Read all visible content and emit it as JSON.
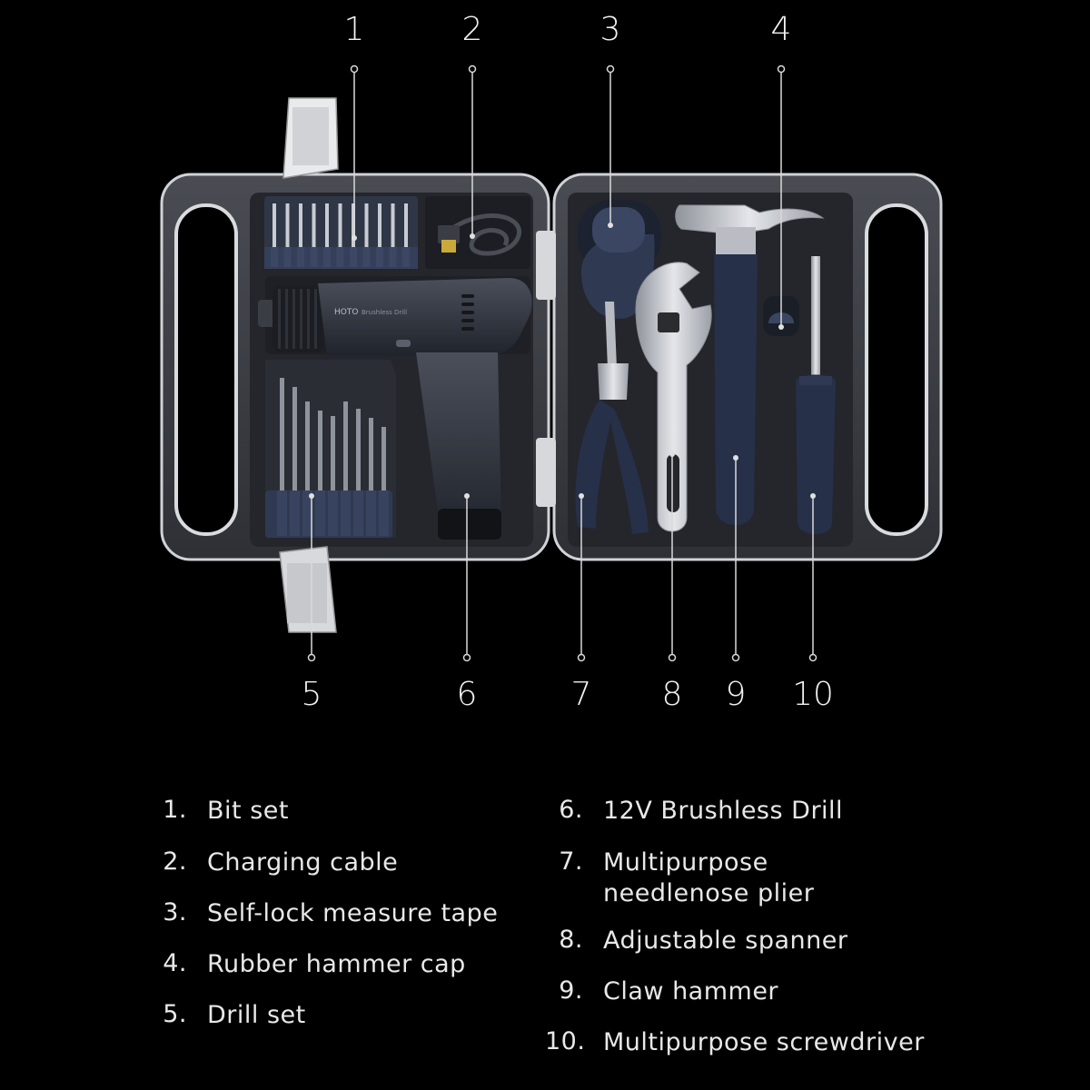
{
  "callouts": {
    "top": [
      "1",
      "2",
      "3",
      "4"
    ],
    "bottom": [
      "5",
      "6",
      "7",
      "8",
      "9",
      "10"
    ]
  },
  "product": {
    "drill_brand": "HOTO",
    "drill_model": "Brushless Drill"
  },
  "colors": {
    "background": "#000000",
    "case_frame": "#3a3c42",
    "case_inner": "#2a2c32",
    "tool_navy": "#2b3347",
    "steel": "#c9ccd1"
  },
  "legend": {
    "left": [
      {
        "num": "1.",
        "label": "Bit set"
      },
      {
        "num": "2.",
        "label": "Charging cable"
      },
      {
        "num": "3.",
        "label": "Self-lock measure tape"
      },
      {
        "num": "4.",
        "label": "Rubber hammer cap"
      },
      {
        "num": "5.",
        "label": "Drill set"
      }
    ],
    "right": [
      {
        "num": "6.",
        "label": "12V Brushless Drill"
      },
      {
        "num": "7.",
        "label": "Multipurpose\nneedlenose plier"
      },
      {
        "num": "8.",
        "label": "Adjustable spanner"
      },
      {
        "num": "9.",
        "label": "Claw hammer"
      },
      {
        "num": "10.",
        "label": "Multipurpose screwdriver"
      }
    ]
  }
}
